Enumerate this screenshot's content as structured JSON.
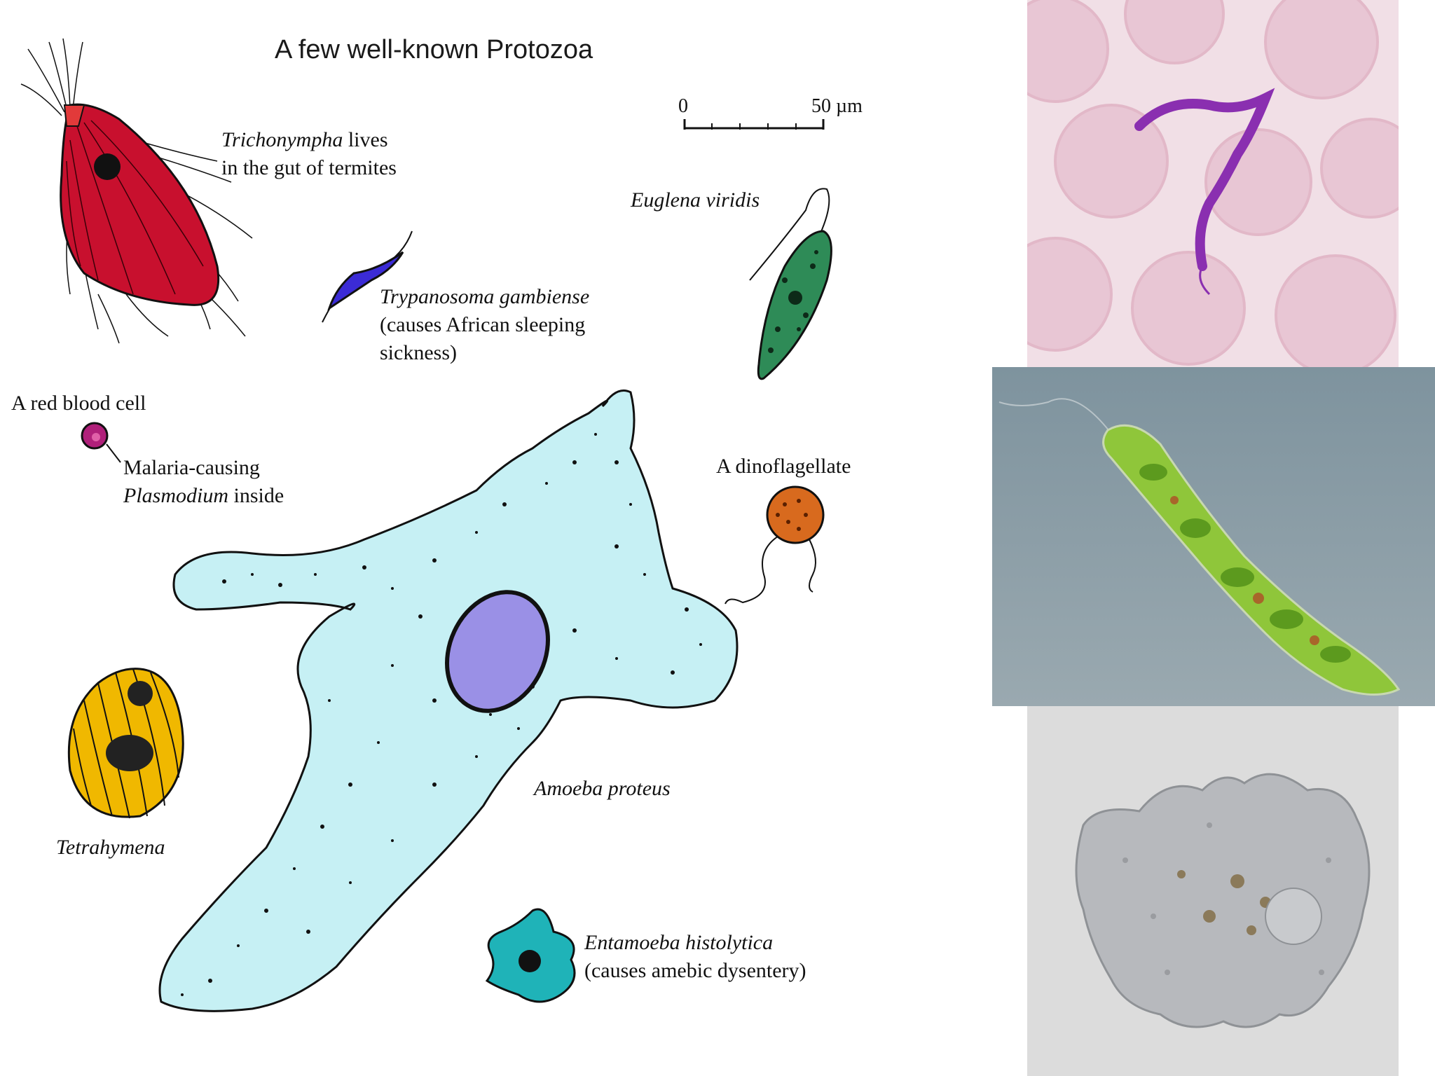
{
  "title": "A few well-known Protozoa",
  "scale_bar": {
    "start": "0",
    "end": "50 µm"
  },
  "labels": {
    "trichonympha_name": "Trichonympha",
    "trichonympha_rest": " lives",
    "trichonympha_line2": "in the gut of termites",
    "trypanosoma_name": "Trypanosoma gambiense",
    "trypanosoma_line2": "(causes African sleeping",
    "trypanosoma_line3": "sickness)",
    "euglena": "Euglena viridis",
    "red_blood_cell": "A red blood cell",
    "plasmodium_line1": "Malaria-causing",
    "plasmodium_name": "Plasmodium",
    "plasmodium_rest": " inside",
    "dinoflagellate": "A dinoflagellate",
    "amoeba": "Amoeba proteus",
    "tetrahymena": "Tetrahymena",
    "entamoeba_name": "Entamoeba histolytica",
    "entamoeba_line2": "(causes amebic dysentery)"
  },
  "colors": {
    "trichonympha": "#c8102e",
    "trypanosoma": "#3b2bd6",
    "euglena": "#2e8b57",
    "rbc": "#b0207a",
    "dinoflagellate": "#d86a1e",
    "amoeba": "#c6f0f4",
    "amoeba_nucleus": "#9a90e6",
    "tetrahymena": "#f0b800",
    "entamoeba": "#1fb3b8"
  },
  "photos": [
    {
      "subject": "trypanosome-in-blood"
    },
    {
      "subject": "euglena-micrograph"
    },
    {
      "subject": "amoeba-micrograph"
    }
  ]
}
